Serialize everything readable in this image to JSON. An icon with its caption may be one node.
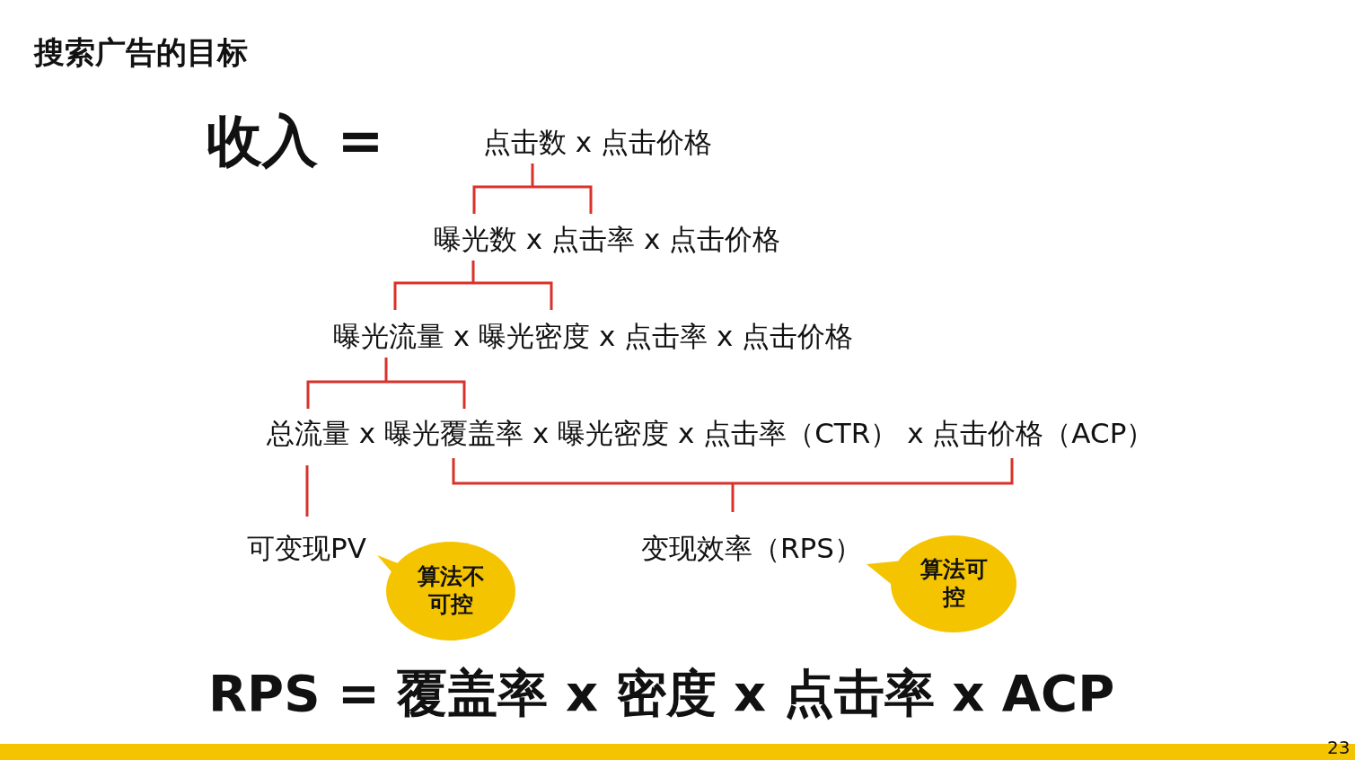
{
  "diagram": {
    "title": "搜索广告的目标",
    "nodes": [
      {
        "text": [
          "算法不可控"
        ]
      },
      {
        "text": [
          "算法可控"
        ]
      }
    ],
    "labels": [
      "收入 =",
      "点击数 x 点击价格",
      "曝光数 x 点击率 x 点击价格",
      "曝光流量 x 曝光密度 x 点击率 x 点击价格",
      "总流量 x 曝光覆盖率 x 曝光密度 x 点击率（CTR） x 点击价格（ACP）",
      "可变现PV",
      "变现效率（RPS）",
      "RPS = 覆盖率 x 密度 x 点击率 x ACP",
      "23"
    ]
  }
}
